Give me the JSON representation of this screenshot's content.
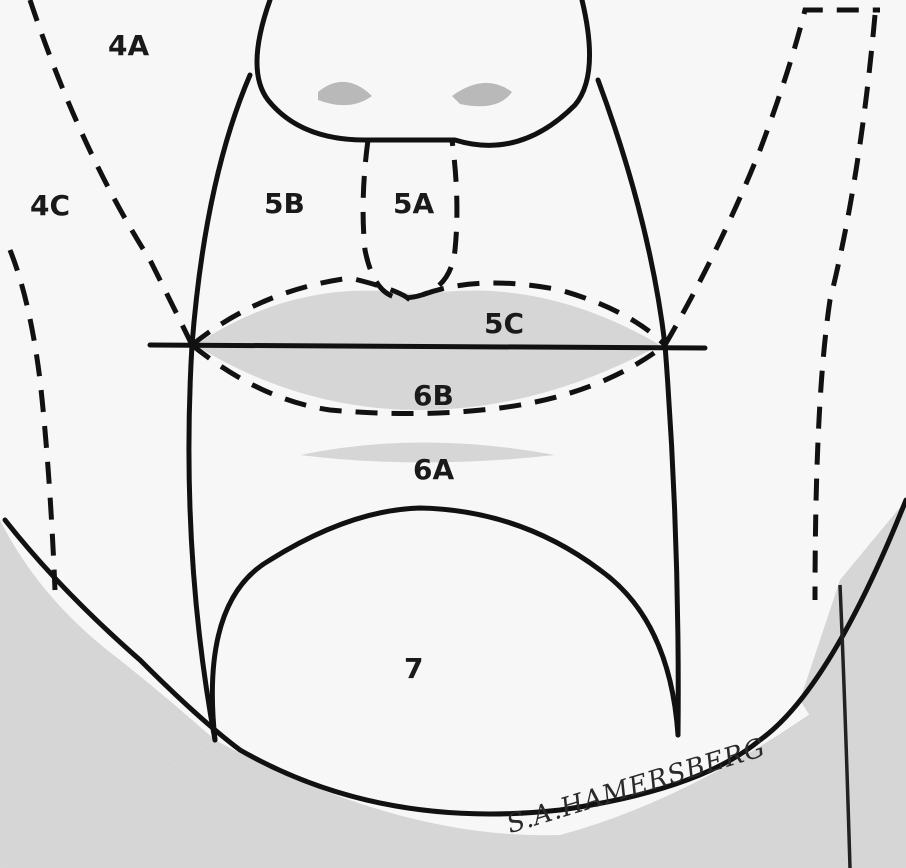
{
  "labels": {
    "region_4a": "4A",
    "region_4c": "4C",
    "region_5a": "5A",
    "region_5b": "5B",
    "region_5c": "5C",
    "region_6a": "6A",
    "region_6b": "6B",
    "region_7": "7"
  },
  "signature": "S.A.HAMERSBERG",
  "colors": {
    "ink": "#111111",
    "paper": "#ffffff",
    "shading": "#d6d6d6"
  }
}
